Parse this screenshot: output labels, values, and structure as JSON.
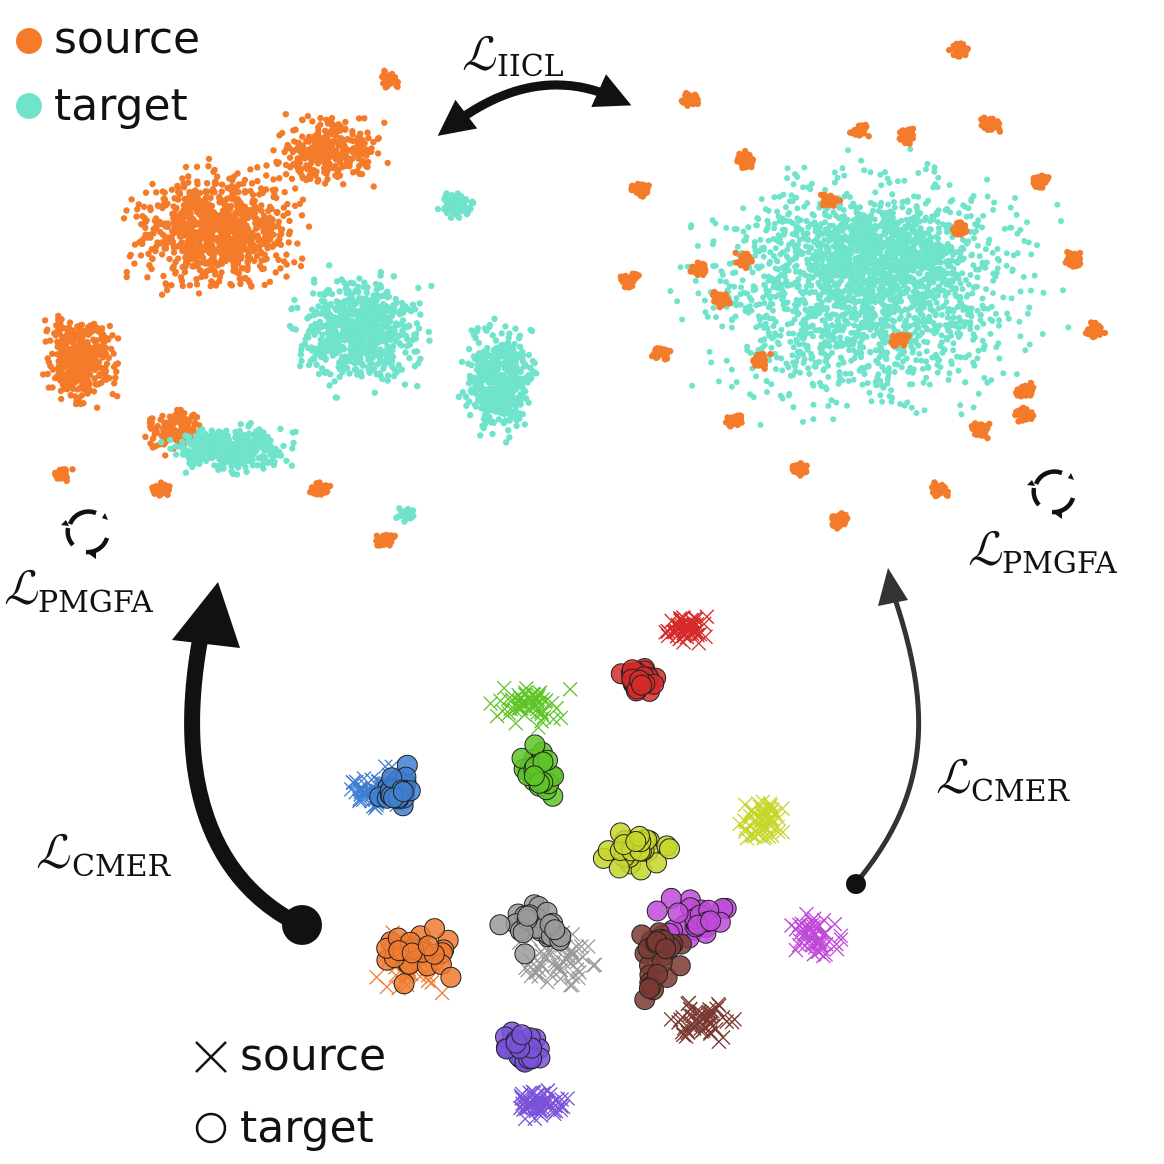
{
  "legend_top": {
    "items": [
      {
        "label": "source",
        "color": "#f47b2a"
      },
      {
        "label": "target",
        "color": "#6fe3cc"
      }
    ]
  },
  "legend_bottom": {
    "items": [
      {
        "label": "source",
        "marker": "cross"
      },
      {
        "label": "target",
        "marker": "circle"
      }
    ]
  },
  "losses": {
    "iicl": {
      "script": "ℒ",
      "sub": "IICL"
    },
    "pmgfa_left": {
      "script": "ℒ",
      "sub": "PMGFA"
    },
    "pmgfa_right": {
      "script": "ℒ",
      "sub": "PMGFA"
    },
    "cmer_left": {
      "script": "ℒ",
      "sub": "CMER"
    },
    "cmer_right": {
      "script": "ℒ",
      "sub": "CMER"
    }
  },
  "colors": {
    "source": "#f47b2a",
    "target": "#6fe3cc",
    "arrow": "#111111",
    "classes": [
      "#3f7fd0",
      "#d62a2a",
      "#5fc428",
      "#c6d62a",
      "#f07a30",
      "#9a9a9a",
      "#7a52d8",
      "#c04ad8",
      "#7a3a32"
    ]
  },
  "icons": {
    "cycle": "cycle-arrows-icon"
  }
}
